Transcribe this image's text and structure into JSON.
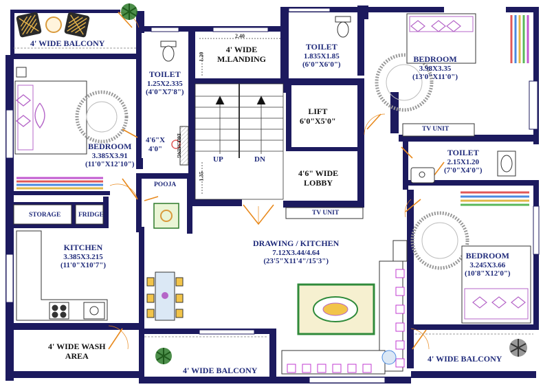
{
  "rooms": {
    "balcony_top_left": {
      "title": "4' WIDE BALCONY"
    },
    "toilet_1": {
      "title": "TOILET",
      "dim_m": "1.25X2.335",
      "dim_ft": "(4'0\"X7'8\")"
    },
    "m_landing": {
      "title": "4' WIDE",
      "title2": "M.LANDING",
      "width_m": "2.40",
      "height_m": "1.20"
    },
    "toilet_2": {
      "title": "TOILET",
      "dim_m": "1.835X1.85",
      "dim_ft": "(6'0\"X6'0\")"
    },
    "bedroom_1": {
      "title": "BEDROOM",
      "dim_m": "3.98X3.35",
      "dim_ft": "(13'0\"X11'0\")"
    },
    "lift": {
      "title": "LIFT",
      "dim_ft": "6'0\"X5'0\""
    },
    "bedroom_2": {
      "title": "BEDROOM",
      "dim_m": "3.385X3.91",
      "dim_ft": "(11'0\"X12'10\")"
    },
    "dressing_nook": {
      "dim_a": "4'6\"X",
      "dim_b": "4'0\"",
      "dressing": "DRESSING"
    },
    "stairs": {
      "up": "UP",
      "dn": "DN",
      "step_dim": "1.35"
    },
    "lobby": {
      "title": "4'6\" WIDE",
      "title2": "LOBBY"
    },
    "tv_unit_top": {
      "title": "TV UNIT"
    },
    "toilet_3": {
      "title": "TOILET",
      "dim_m": "2.15X1.20",
      "dim_ft": "(7'0\"X4'0\")"
    },
    "pooja": {
      "title": "POOJA"
    },
    "storage": {
      "title": "STORAGE"
    },
    "fridge": {
      "title": "FRIDGE"
    },
    "tv_unit_mid": {
      "title": "TV UNIT"
    },
    "kitchen": {
      "title": "KITCHEN",
      "dim_m": "3.385X3.215",
      "dim_ft": "(11'0\"X10'7\")"
    },
    "drawing_kitchen": {
      "title": "DRAWING / KITCHEN",
      "dim_m": "7.12X3.44/4.64",
      "dim_ft": "(23'5\"X11'4\"/15'3\")"
    },
    "bedroom_3": {
      "title": "BEDROOM",
      "dim_m": "3.245X3.66",
      "dim_ft": "(10'8\"X12'0\")"
    },
    "wash_area": {
      "title": "4' WIDE WASH",
      "title2": "AREA"
    },
    "balcony_bottom_mid": {
      "title": "4' WIDE BALCONY"
    },
    "balcony_bottom_right": {
      "title": "4' WIDE BALCONY"
    }
  },
  "colors": {
    "wall": "#1c1a5e",
    "label": "#1f2a7a",
    "door_swing": "#e8891c",
    "bed": "#b566c8",
    "rug_green": "#2f8a3a",
    "sofa_magenta": "#c23ad0",
    "plant_green": "#2d7a2a"
  }
}
